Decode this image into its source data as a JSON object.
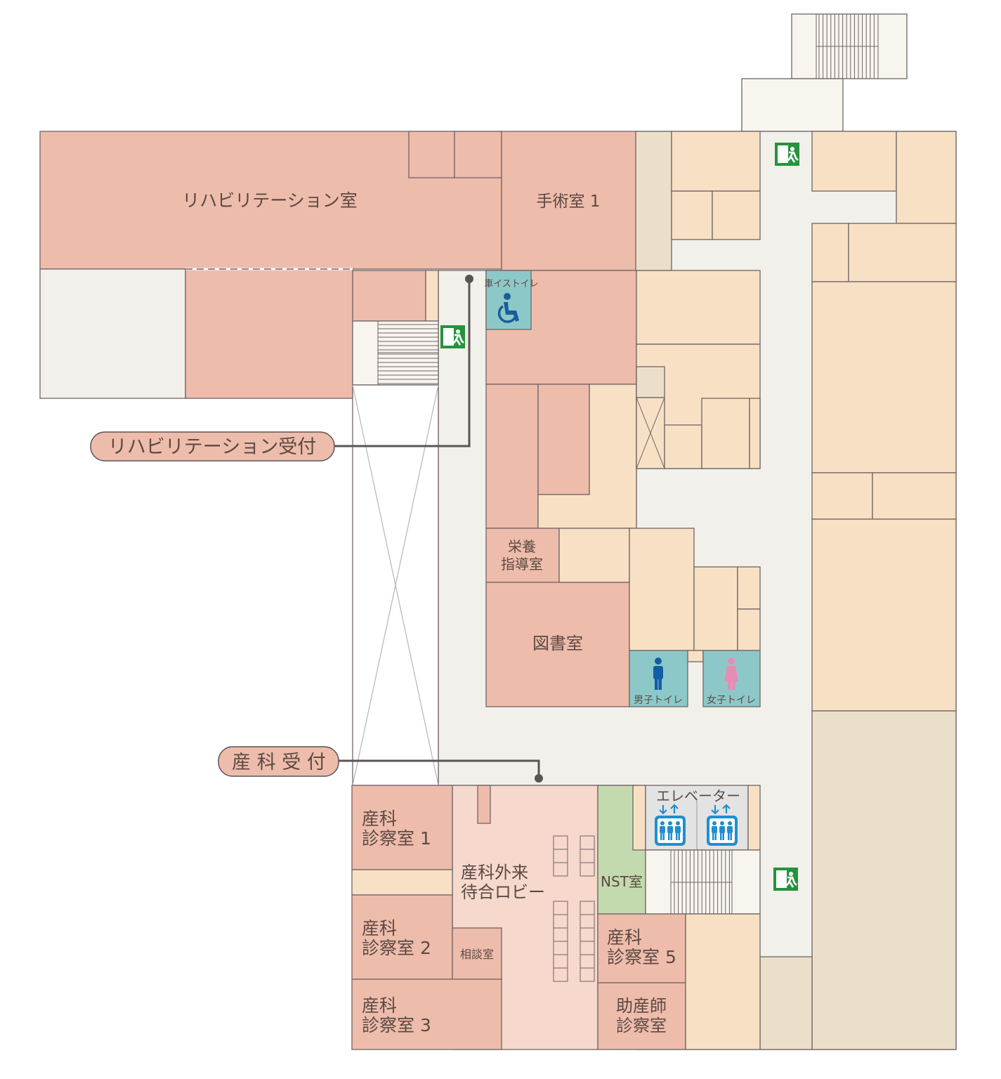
{
  "rooms": {
    "rehab_room": "リハビリテーション室",
    "surgery_room_1": "手術室 1",
    "nutrition_room_l1": "栄養",
    "nutrition_room_l2": "指導室",
    "library": "図書室",
    "ob_exam_1_l1": "産科",
    "ob_exam_1_l2": "診察室 1",
    "ob_exam_2_l1": "産科",
    "ob_exam_2_l2": "診察室 2",
    "ob_exam_3_l1": "産科",
    "ob_exam_3_l2": "診察室 3",
    "ob_exam_5_l1": "産科",
    "ob_exam_5_l2": "診察室 5",
    "ob_lobby_l1": "産科外来",
    "ob_lobby_l2": "待合ロビー",
    "consult_room": "相談室",
    "nst_room": "NST室",
    "midwife_room_l1": "助産師",
    "midwife_room_l2": "診察室"
  },
  "facilities": {
    "wheelchair_toilet": "車イストイレ",
    "mens_toilet": "男子トイレ",
    "womens_toilet": "女子トイレ",
    "elevator": "エレベーター"
  },
  "callouts": {
    "rehab_reception": "リハビリテーション受付",
    "ob_reception": "産 科 受 付"
  },
  "colors": {
    "primary_room": "#eebcab",
    "secondary_room": "#f8e0c4",
    "corridor": "#f2f0ea",
    "service": "#ecdfca",
    "restroom": "#8dc8c9",
    "nst": "#c3daae",
    "lobby": "#f6d8cc",
    "exit_sign": "#24943c",
    "elevator_icon": "#1f8fd0",
    "female_icon": "#e78cb5",
    "male_icon": "#135ca6"
  }
}
